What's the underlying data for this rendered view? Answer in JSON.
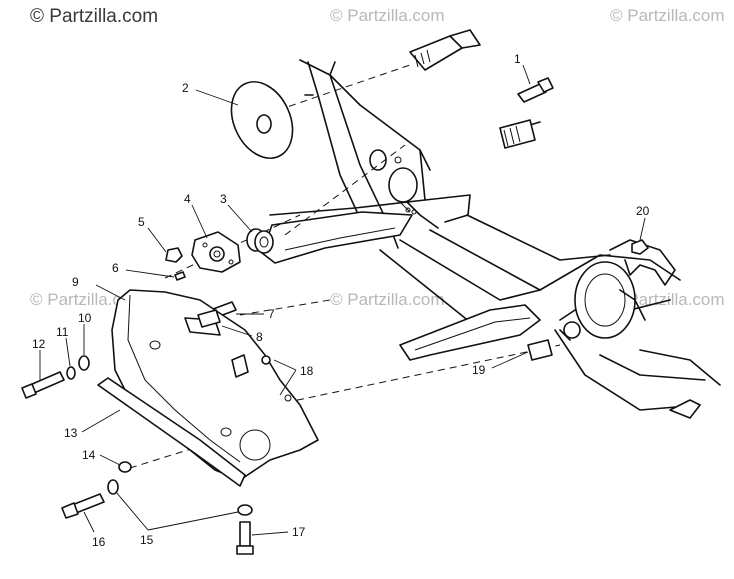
{
  "watermarks": {
    "main": "© Partzilla.com",
    "repeat": "© Partzilla.com"
  },
  "callouts": [
    "1",
    "2",
    "3",
    "4",
    "5",
    "6",
    "7",
    "8",
    "9",
    "10",
    "11",
    "12",
    "13",
    "14",
    "15",
    "16",
    "17",
    "18",
    "19",
    "20"
  ]
}
